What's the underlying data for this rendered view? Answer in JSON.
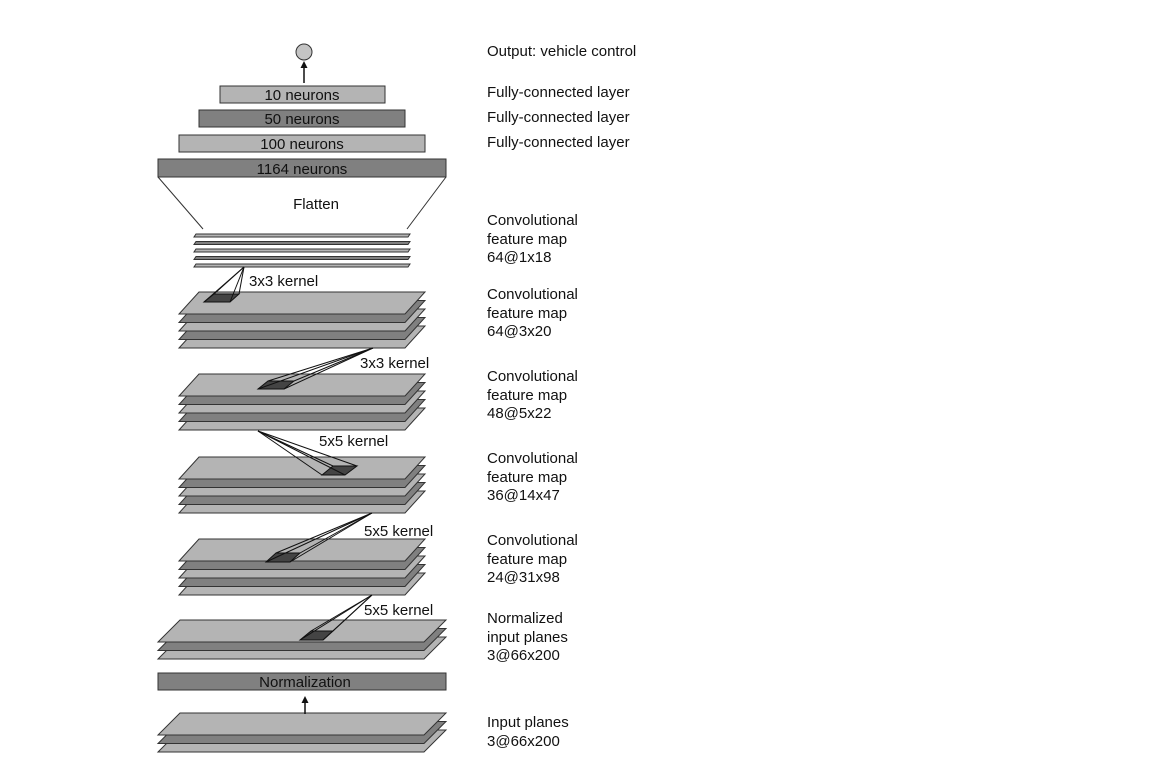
{
  "output_label": "Output: vehicle control",
  "fc_layers": [
    {
      "neurons": "10 neurons",
      "side": "Fully-connected layer"
    },
    {
      "neurons": "50 neurons",
      "side": "Fully-connected layer"
    },
    {
      "neurons": "100 neurons",
      "side": "Fully-connected layer"
    },
    {
      "neurons": "1164 neurons"
    }
  ],
  "flatten_label": "Flatten",
  "conv_maps": [
    {
      "lines": [
        "Convolutional",
        "feature map",
        "64@1x18"
      ]
    },
    {
      "lines": [
        "Convolutional",
        "feature map",
        "64@3x20"
      ]
    },
    {
      "lines": [
        "Convolutional",
        "feature map",
        "48@5x22"
      ]
    },
    {
      "lines": [
        "Convolutional",
        "feature map",
        "36@14x47"
      ]
    },
    {
      "lines": [
        "Convolutional",
        "feature map",
        "24@31x98"
      ]
    }
  ],
  "normalized_planes": {
    "lines": [
      "Normalized",
      "input planes",
      "3@66x200"
    ]
  },
  "input_planes": {
    "lines": [
      "Input planes",
      "3@66x200"
    ]
  },
  "normalization_label": "Normalization",
  "kernels": [
    "3x3 kernel",
    "3x3 kernel",
    "5x5 kernel",
    "5x5 kernel",
    "5x5 kernel"
  ],
  "colors": {
    "dark_fill": "#808080",
    "light_fill": "#b4b4b4",
    "kernel_fill": "#444444",
    "node_fill": "#c4c4c4"
  }
}
